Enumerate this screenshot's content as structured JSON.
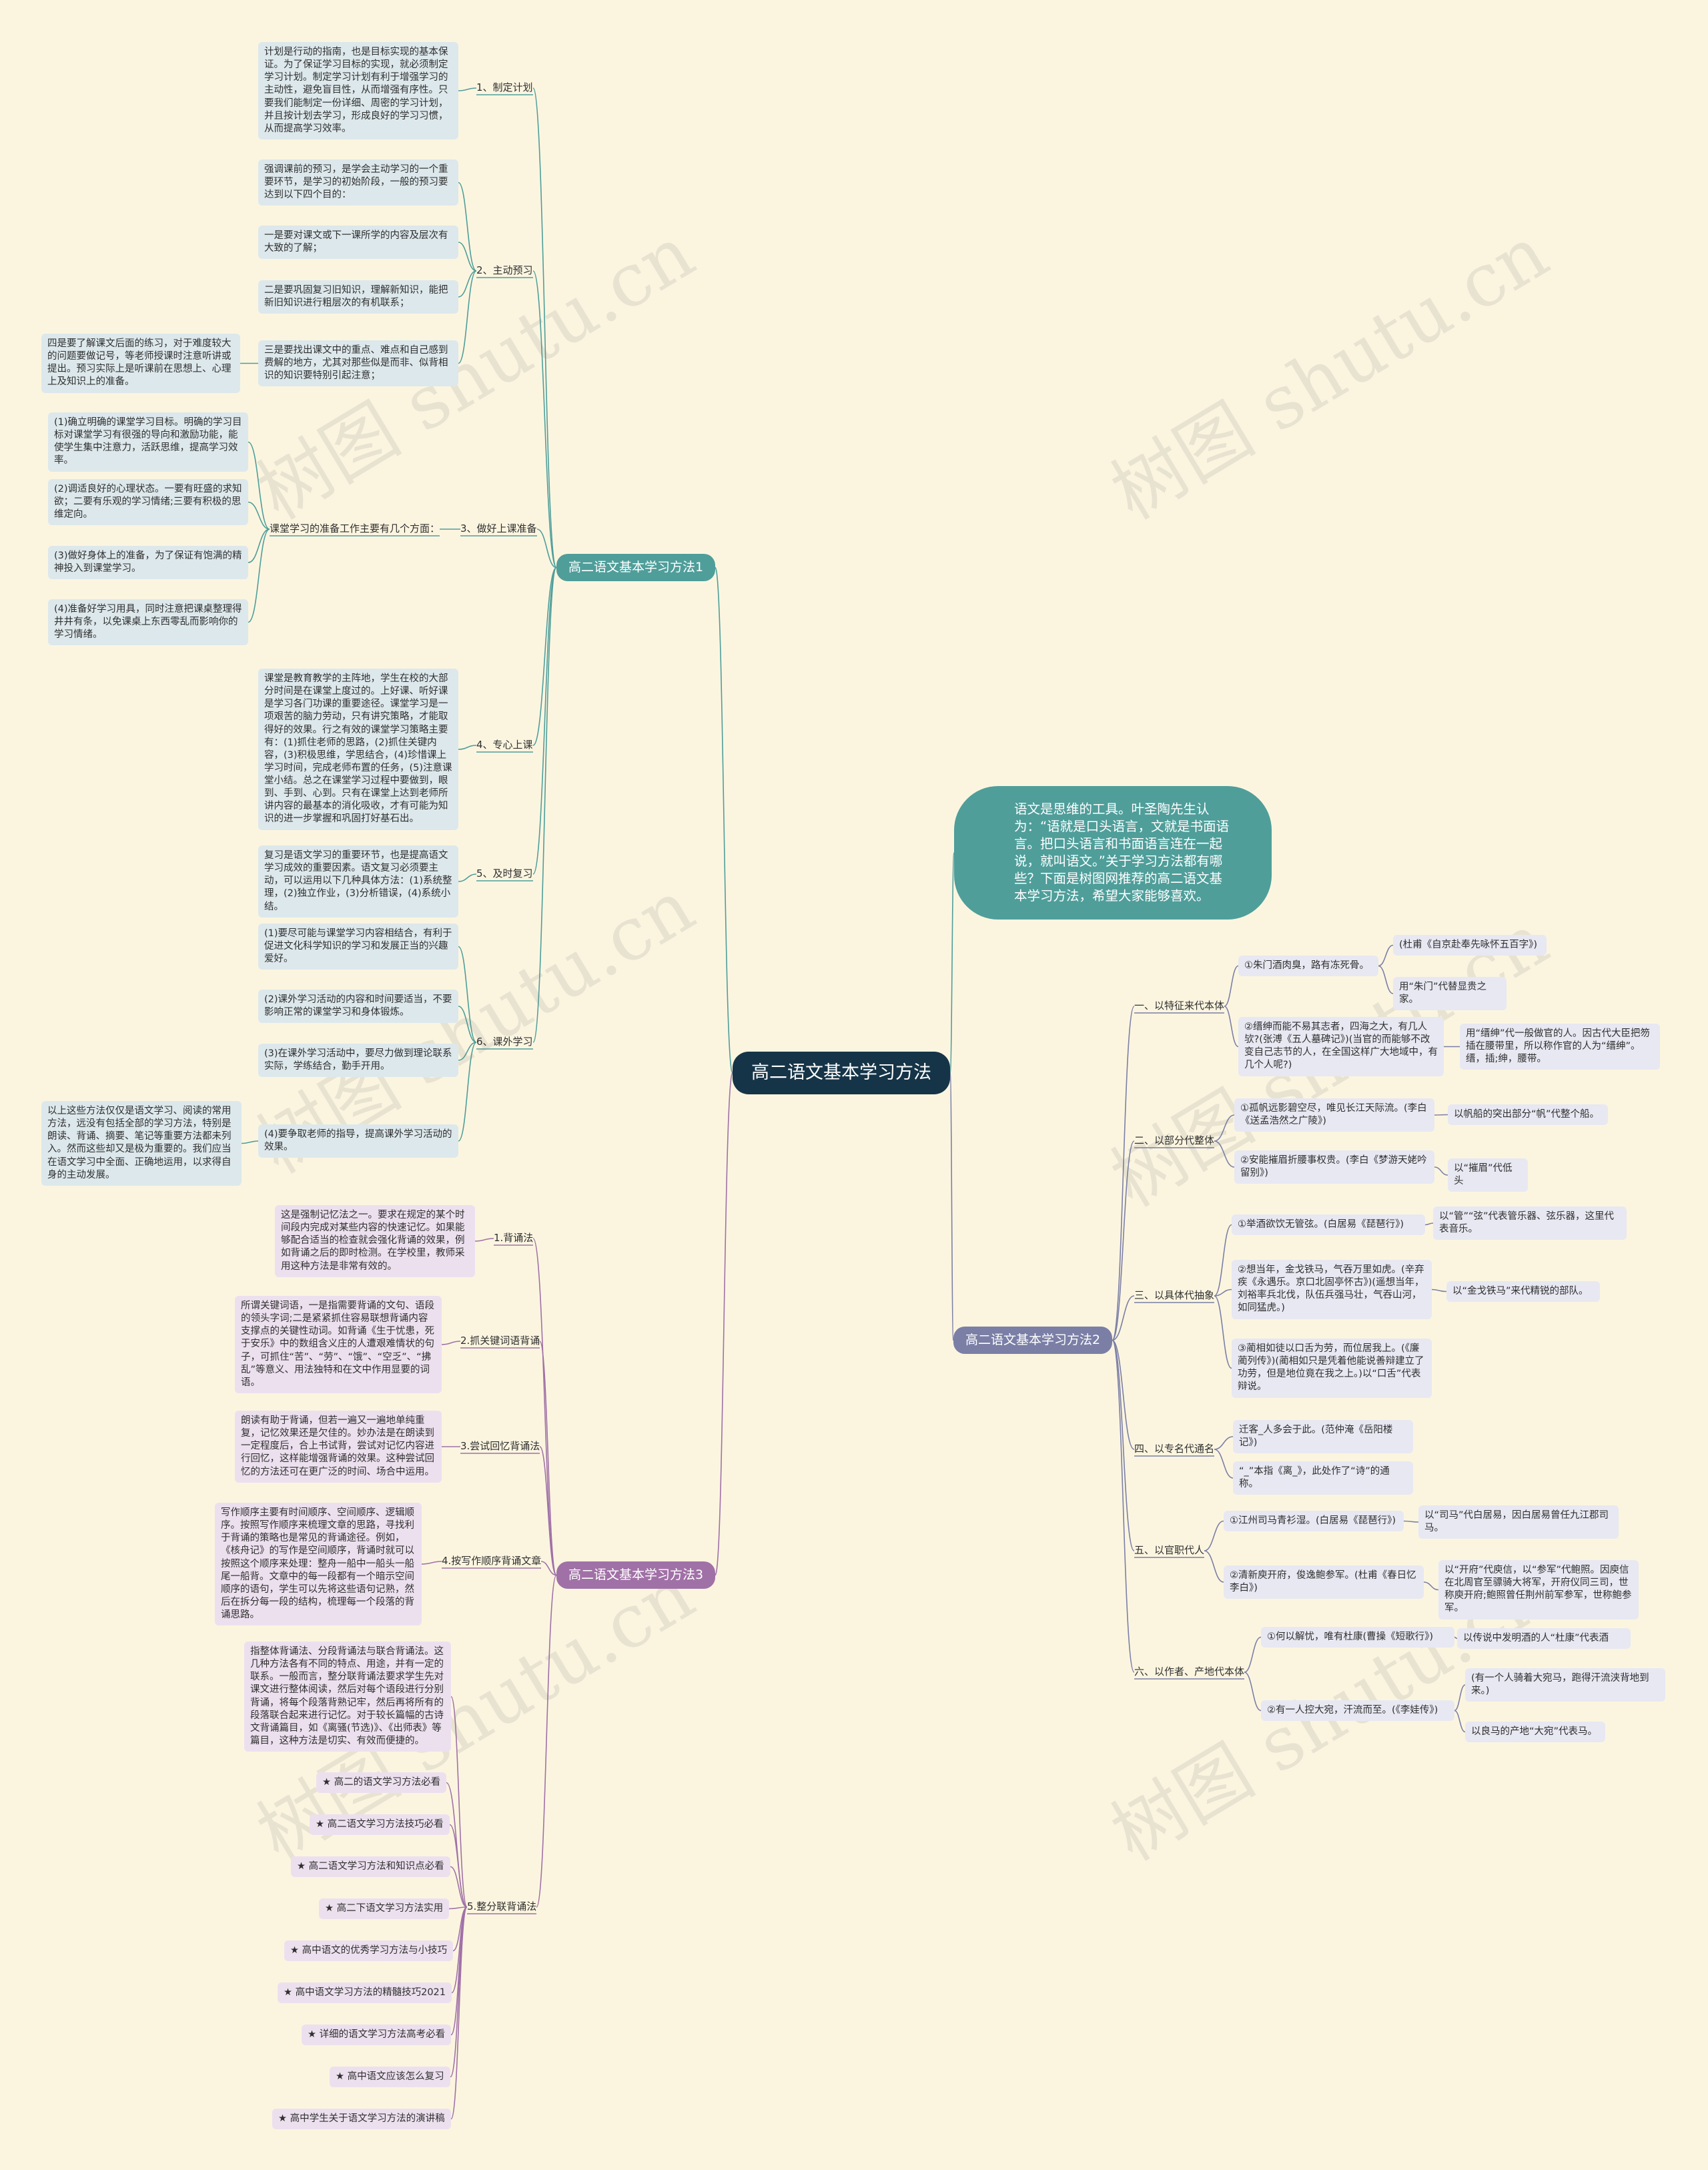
{
  "root": {
    "label": "高二语文基本学习方法"
  },
  "intro": "语文是思维的工具。叶圣陶先生认为：“语就是口头语言，文就是书面语言。把口头语言和书面语言连在一起说，就叫语文。”关于学习方法都有哪些？下面是树图网推荐的高二语文基本学习方法，希望大家能够喜欢。",
  "watermark": "树图 shutu.cn",
  "branch1": {
    "label": "高二语文基本学习方法1",
    "s1": {
      "label": "1、制定计划",
      "t1": "计划是行动的指南，也是目标实现的基本保证。为了保证学习目标的实现，就必须制定学习计划。制定学习计划有利于增强学习的主动性，避免盲目性，从而增强有序性。只要我们能制定一份详细、周密的学习计划，并且按计划去学习，形成良好的学习习惯，从而提高学习效率。"
    },
    "s2": {
      "label": "2、主动预习",
      "t1": "强调课前的预习，是学会主动学习的一个重要环节，是学习的初始阶段，一般的预习要达到以下四个目的：",
      "t2": "一是要对课文或下一课所学的内容及层次有大致的了解；",
      "t3": "二是要巩固复习旧知识，理解新知识，能把新旧知识进行粗层次的有机联系；",
      "t4": "三是要找出课文中的重点、难点和自己感到费解的地方，尤其对那些似是而非、似背相识的知识要特别引起注意；",
      "t5": "四是要了解课文后面的练习，对于难度较大的问题要做记号，等老师授课时注意听讲或提出。预习实际上是听课前在思想上、心理上及知识上的准备。"
    },
    "s3": {
      "label": "3、做好上课准备",
      "mid": "课堂学习的准备工作主要有几个方面：",
      "t1": "(1)确立明确的课堂学习目标。明确的学习目标对课堂学习有很强的导向和激励功能，能使学生集中注意力，活跃思维，提高学习效率。",
      "t2": "(2)调适良好的心理状态。一要有旺盛的求知欲；二要有乐观的学习情绪;三要有积极的思维定向。",
      "t3": "(3)做好身体上的准备，为了保证有饱满的精神投入到课堂学习。",
      "t4": "(4)准备好学习用具，同时注意把课桌整理得井井有条，以免课桌上东西零乱而影响你的学习情绪。"
    },
    "s4": {
      "label": "4、专心上课",
      "t1": "课堂是教育教学的主阵地，学生在校的大部分时间是在课堂上度过的。上好课、听好课是学习各门功课的重要途径。课堂学习是一项艰苦的脑力劳动，只有讲究策略，才能取得好的效果。行之有效的课堂学习策略主要有：(1)抓住老师的思路，(2)抓住关键内容，(3)积极思维，学思结合，(4)珍惜课上学习时间，完成老师布置的任务，(5)注意课堂小结。总之在课堂学习过程中要做到，眼到、手到、心到。只有在课堂上达到老师所讲内容的最基本的消化吸收，才有可能为知识的进一步掌握和巩固打好基石出。"
    },
    "s5": {
      "label": "5、及时复习",
      "t1": "复习是语文学习的重要环节，也是提高语文学习成效的重要因素。语文复习必须要主动，可以运用以下几种具体方法：(1)系统整理，(2)独立作业，(3)分析错误，(4)系统小结。"
    },
    "s6": {
      "label": "6、课外学习",
      "t1": "(1)要尽可能与课堂学习内容相结合，有利于促进文化科学知识的学习和发展正当的兴趣爱好。",
      "t2": "(2)课外学习活动的内容和时间要适当，不要影响正常的课堂学习和身体锻炼。",
      "t3": "(3)在课外学习活动中，要尽力做到理论联系实际，学练结合，勤手开用。",
      "t4": "(4)要争取老师的指导，提高课外学习活动的效果。",
      "t5": "以上这些方法仅仅是语文学习、阅读的常用方法，远没有包括全部的学习方法，特别是朗读、背诵、摘要、笔记等重要方法都未列入。然而这些却又是极为重要的。我们应当在语文学习中全面、正确地运用，以求得自身的主动发展。"
    }
  },
  "branch2": {
    "label": "高二语文基本学习方法2",
    "s1": {
      "label": "一、以特征来代本体",
      "a": "①朱门酒肉臭，路有冻死骨。",
      "a1": "(杜甫《自京赴奉先咏怀五百字》)",
      "a2": "用“朱门”代替显贵之家。",
      "b": "②缙绅而能不易其志者，四海之大，有几人欤?(张溥《五人墓碑记》)(当官的而能够不改变自己志节的人，在全国这样广大地域中，有几个人呢?)",
      "b1": "用“缙绅”代一般做官的人。因古代大臣把笏插在腰带里，所以称作官的人为“缙绅”。缙，插;绅，腰带。"
    },
    "s2": {
      "label": "二、以部分代整体",
      "a": "①孤帆远影碧空尽，唯见长江天际流。(李白《送孟浩然之广陵》)",
      "a1": "以帆船的突出部分“帆”代整个船。",
      "b": "②安能摧眉折腰事权贵。(李白《梦游天姥吟留别》)",
      "b1": "以“摧眉”代低头"
    },
    "s3": {
      "label": "三、以具体代抽象",
      "a": "①举酒欲饮无管弦。(白居易《琵琶行》)",
      "a1": "以“管”“弦”代表管乐器、弦乐器，这里代表音乐。",
      "b": "②想当年，金戈铁马，气吞万里如虎。(辛弃疾《永遇乐。京口北固亭怀古》)(遥想当年，刘裕率兵北伐，队伍兵强马壮，气吞山河，如同猛虎。)",
      "b1": "以“金戈铁马”来代精锐的部队。",
      "c": "③蔺相如徒以口舌为劳，而位居我上。(《廉蔺列传》)(蔺相如只是凭着他能说善辩建立了功劳，但是地位竟在我之上。)以“口舌”代表辩说。"
    },
    "s4": {
      "label": "四、以专名代通名",
      "a": "迁客_人多会于此。(范仲淹《岳阳楼记》)",
      "b": "“_”本指《离_》，此处作了“诗”的通称。"
    },
    "s5": {
      "label": "五、以官职代人",
      "a": "①江州司马青衫湿。(白居易《琵琶行》)",
      "a1": "以“司马”代白居易，因白居易曾任九江郡司马。",
      "b": "②清新庾开府，俊逸鲍参军。(杜甫《春日忆李白》)",
      "b1": "以“开府”代庾信，以“参军”代鲍照。因庾信在北周官至骠骑大将军，开府仪同三司，世称庾开府;鲍照曾任荆州前军参军，世称鲍参军。"
    },
    "s6": {
      "label": "六、以作者、产地代本体",
      "a": "①何以解忧，唯有杜康(曹操《短歌行》)",
      "a1": "以传说中发明酒的人“杜康”代表酒",
      "b": "②有一人控大宛，汗流而至。(《李娃传》)",
      "b1": "(有一个人骑着大宛马，跑得汗流浃背地到来。)",
      "b2": "以良马的产地“大宛”代表马。"
    }
  },
  "branch3": {
    "label": "高二语文基本学习方法3",
    "s1": {
      "label": "1.背诵法",
      "t1": "这是强制记忆法之一。要求在规定的某个时间段内完成对某些内容的快速记忆。如果能够配合适当的检查就会强化背诵的效果，例如背诵之后的即时检测。在学校里，教师采用这种方法是非常有效的。"
    },
    "s2": {
      "label": "2.抓关键词语背诵",
      "t1": "所谓关键词语，一是指需要背诵的文句、语段的领头字词;二是紧紧抓住容易联想背诵内容支撑点的关键性动词。如背诵《生于忧患，死于安乐》中的数组含义庄的人遭艰难情状的句子，可抓住“苦”、“劳”、“饿”、“空乏”、“拂乱”等意义、用法独特和在文中作用显要的词语。"
    },
    "s3": {
      "label": "3.尝试回忆背诵法",
      "t1": "朗读有助于背诵，但若一遍又一遍地单纯重复，记忆效果还是欠佳的。妙办法是在朗读到一定程度后，合上书试背，尝试对记忆内容进行回忆，这样能增强背诵的效果。这种尝试回忆的方法还可在更广泛的时间、场合中运用。"
    },
    "s4": {
      "label": "4.按写作顺序背诵文章",
      "t1": "写作顺序主要有时间顺序、空间顺序、逻辑顺序。按照写作顺序来梳理文章的思路，寻找利于背诵的策略也是常见的背诵途径。例如，《核舟记》的写作是空间顺序，背诵时就可以按照这个顺序来处理：整舟一船中一船头一船尾一船背。文章中的每一段都有一个暗示空间顺序的语句，学生可以先将这些语句记熟，然后在拆分每一段的结构，梳理每一个段落的背诵思路。"
    },
    "s5": {
      "label": "5.整分联背诵法",
      "t1": "指整体背诵法、分段背诵法与联合背诵法。这几种方法各有不同的特点、用途，并有一定的联系。一般而言，整分联背诵法要求学生先对课文进行整体阅读，然后对每个语段进行分别背诵，将每个段落背熟记牢，然后再将所有的段落联合起来进行记忆。对于较长篇幅的古诗文背诵篇目，如《离骚(节选)》、《出师表》等篇目，这种方法是切实、有效而便捷的。",
      "links": [
        "★ 高二的语文学习方法必看",
        "★ 高二语文学习方法技巧必看",
        "★ 高二语文学习方法和知识点必看",
        "★ 高二下语文学习方法实用",
        "★ 高中语文的优秀学习方法与小技巧",
        "★ 高中语文学习方法的精髓技巧2021",
        "★ 详细的语文学习方法高考必看",
        "★ 高中语文应该怎么复习",
        "★ 高中学生关于语文学习方法的演讲稿"
      ]
    }
  }
}
